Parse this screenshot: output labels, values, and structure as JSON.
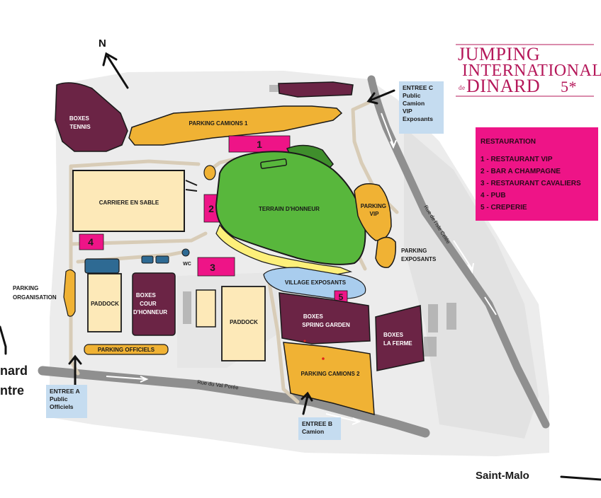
{
  "title": {
    "line1": "JUMPING",
    "line2": "INTERNATIONAL",
    "line3_prefix": "de",
    "line3": "DINARD",
    "line3_suffix": "5*"
  },
  "north_label": "N",
  "colors": {
    "boxes": "#6b2445",
    "parking": "#f0b234",
    "sand": "#fde9b8",
    "arena": "#58b73c",
    "arena_dark": "#3f8e2c",
    "restaurant": "#ee1487",
    "village": "#a9cdee",
    "paddock_blue": "#2e6a93",
    "road": "#8f8f8f",
    "path": "#d8ccb7",
    "entree": "#c5dcf0"
  },
  "zones": {
    "boxes_tennis": [
      "BOXES",
      "TENNIS"
    ],
    "parking_camions_1": "PARKING CAMIONS 1",
    "carriere": "CARRIERE EN SABLE",
    "terrain": "TERRAIN D'HONNEUR",
    "parking_vip": [
      "PARKING",
      "VIP"
    ],
    "parking_exposants": [
      "PARKING",
      "EXPOSANTS"
    ],
    "village": "VILLAGE EXPOSANTS",
    "parking_organisation": [
      "PARKING",
      "ORGANISATION"
    ],
    "paddock_left": "PADDOCK",
    "boxes_cour": [
      "BOXES",
      "COUR",
      "D'HONNEUR"
    ],
    "paddock_center": "PADDOCK",
    "boxes_spring": [
      "BOXES",
      "SPRING GARDEN"
    ],
    "boxes_ferme": [
      "BOXES",
      "LA FERME"
    ],
    "parking_officiels": "PARKING OFFICIELS",
    "parking_camions_2": "PARKING CAMIONS 2",
    "wc": "WC"
  },
  "restaurant_markers": {
    "m1": "1",
    "m2": "2",
    "m3": "3",
    "m4": "4",
    "m5": "5"
  },
  "restauration": {
    "title": "RESTAURATION",
    "items": [
      "1 - RESTAURANT VIP",
      "2 - BAR A CHAMPAGNE",
      "3 - RESTAURANT CAVALIERS",
      "4 - PUB",
      "5 - CREPERIE"
    ]
  },
  "entrances": {
    "a": [
      "ENTREE A",
      "Public",
      "Officiels"
    ],
    "b": [
      "ENTREE B",
      "Camion"
    ],
    "c": [
      "ENTREE C",
      "Public",
      "Camion",
      "VIP",
      "Exposants"
    ]
  },
  "roads": {
    "val_poree": "Rue du Val Porée",
    "isle_celee": "Rue de l'Isle Celée"
  },
  "directions": {
    "dinard_1": "nard",
    "dinard_2": "ntre",
    "saint_malo": "Saint-Malo"
  }
}
